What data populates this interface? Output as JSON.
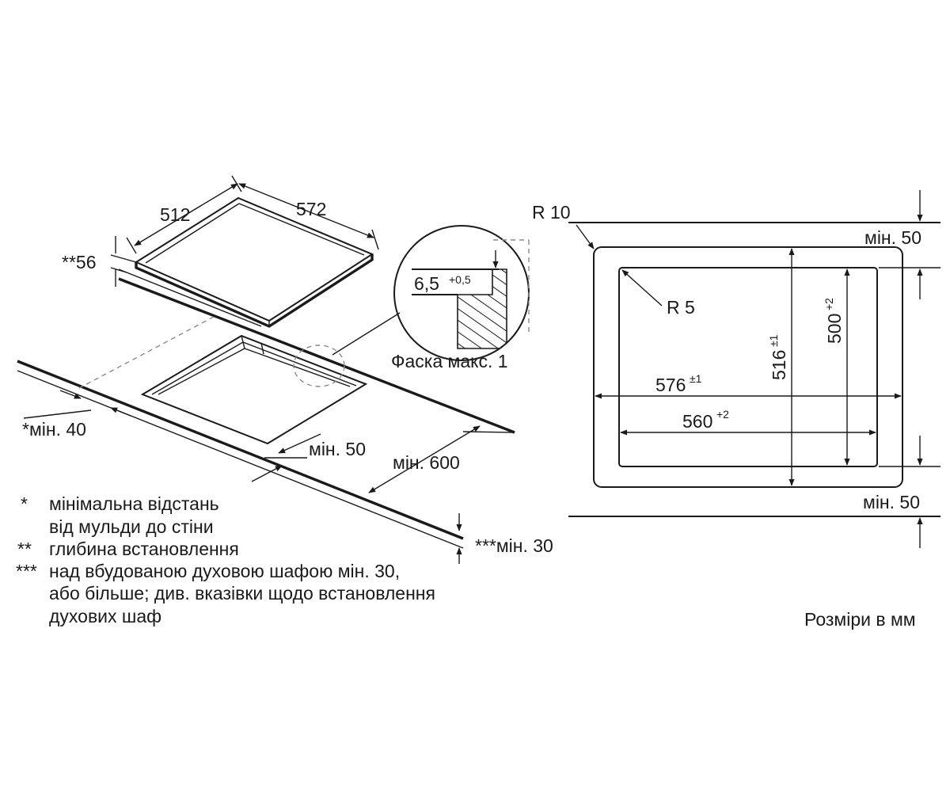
{
  "hob_view": {
    "width_label": "512",
    "depth_label": "572",
    "install_depth_label": "**56",
    "min_to_wall_label": "*мін. 40",
    "min_front_label": "мін. 50",
    "min_600_label": "мін. 600",
    "min_30_label": "***мін. 30"
  },
  "detail": {
    "value": "6,5",
    "tolerance": "+0,5",
    "chamfer_label": "Фаска макс. 1"
  },
  "cutout_view": {
    "outer_radius": "R 10",
    "inner_radius": "R 5",
    "min_top_label": "мін. 50",
    "min_bottom_label": "мін. 50",
    "width_outer": "576",
    "width_outer_tol": "±1",
    "width_inner": "560",
    "width_inner_tol": "+2",
    "depth_outer": "516",
    "depth_outer_tol": "±1",
    "depth_inner": "500",
    "depth_inner_tol": "+2"
  },
  "notes": [
    {
      "mark": "*",
      "lines": [
        "мінімальна відстань",
        "від мульди до стіни"
      ]
    },
    {
      "mark": "**",
      "lines": [
        "глибина встановлення"
      ]
    },
    {
      "mark": "***",
      "lines": [
        "над вбудованою духовою шафою мін. 30,",
        "або більше; див. вказівки щодо встановлення",
        "духових шаф"
      ]
    }
  ],
  "units_label": "Розміри в мм"
}
